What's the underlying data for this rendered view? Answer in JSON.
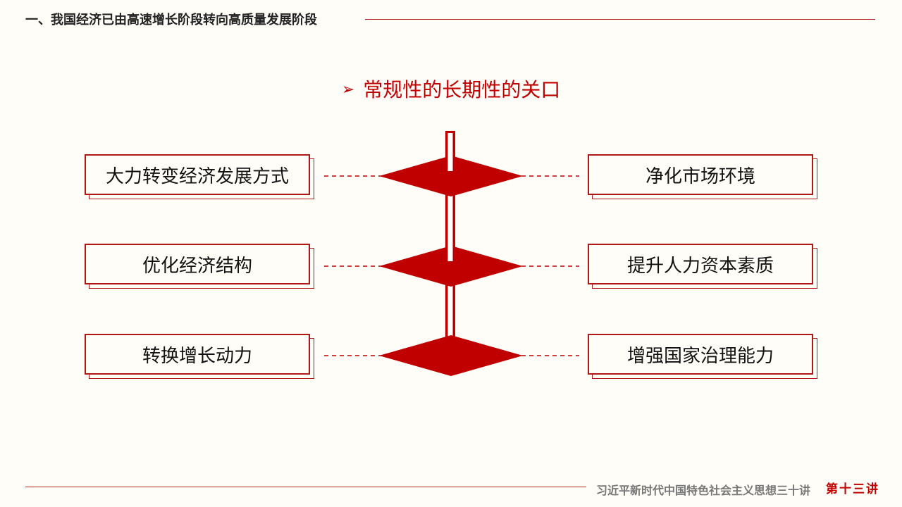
{
  "header": {
    "title": "一、我国经济已由高速增长阶段转向高质量发展阶段"
  },
  "subtitle": {
    "arrow": "➢",
    "text": "常规性的长期性的关口"
  },
  "left_items": [
    "大力转变经济发展方式",
    "优化经济结构",
    "转换增长动力"
  ],
  "right_items": [
    "净化市场环境",
    "提升人力资本素质",
    "增强国家治理能力"
  ],
  "footer": {
    "series": "习近平新时代中国特色社会主义思想三十讲",
    "lecture": "第十三讲"
  },
  "colors": {
    "accent": "#c00000",
    "border": "#b01818",
    "background": "#fffdf7"
  }
}
